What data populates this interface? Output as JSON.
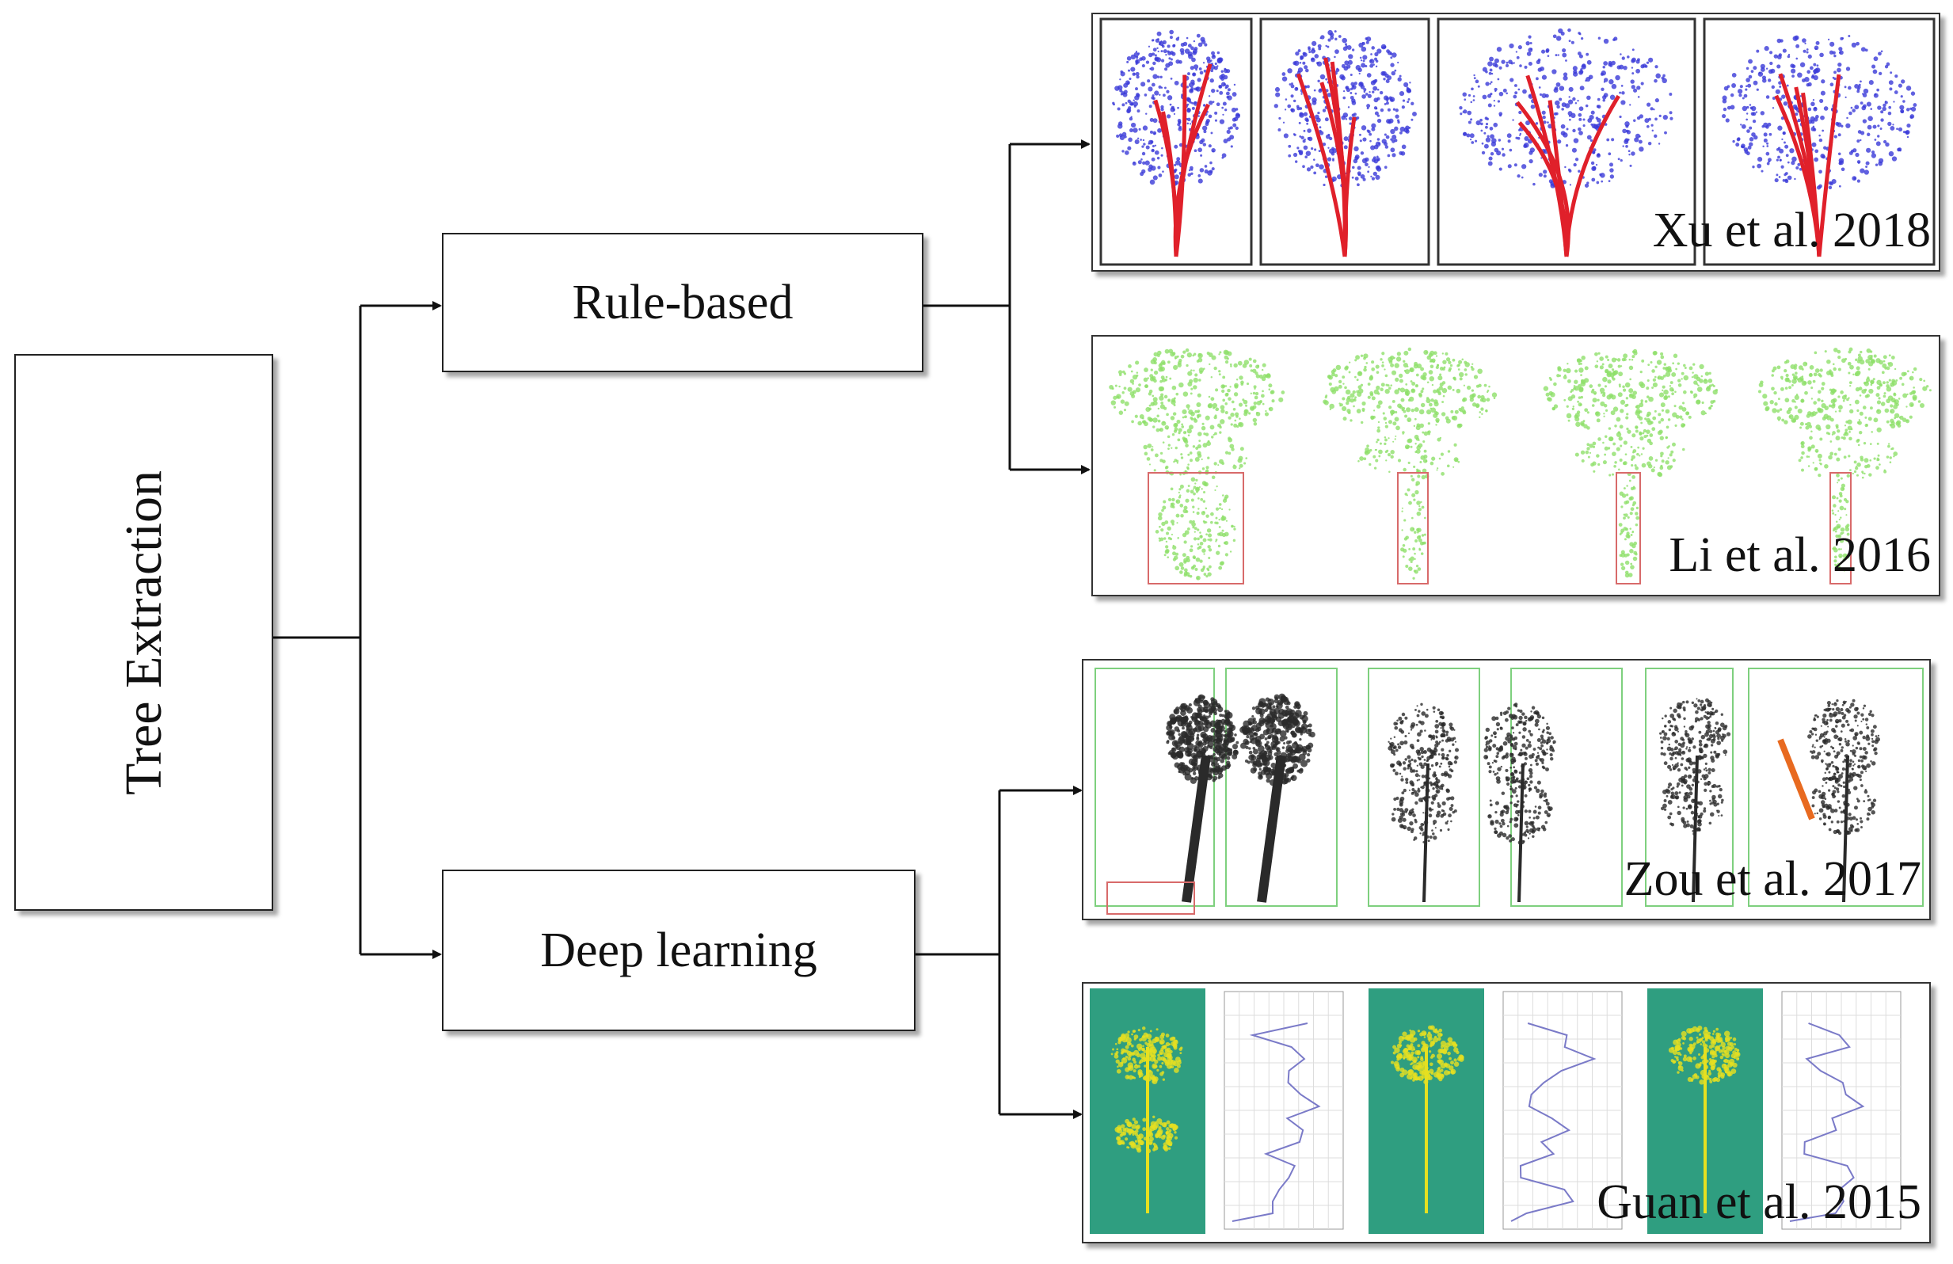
{
  "root": {
    "label": "Tree Extraction"
  },
  "branches": [
    {
      "label": "Rule-based"
    },
    {
      "label": "Deep learning"
    }
  ],
  "panels": [
    {
      "caption": "Xu et al. 2018"
    },
    {
      "caption": "Li et al. 2016"
    },
    {
      "caption": "Zou et al. 2017"
    },
    {
      "caption": "Guan et al. 2015"
    }
  ],
  "colors": {
    "xu_leaf": "#3a3ad8",
    "xu_wood": "#e0202a",
    "li_points": "#8ee06a",
    "li_box": "#d86a6a",
    "zou_points": "#2a2a2a",
    "zou_box": "#7ed07e",
    "guan_bg": "#2f9e80",
    "guan_tree": "#e6e020",
    "guan_profile": "#7a7ac8"
  }
}
